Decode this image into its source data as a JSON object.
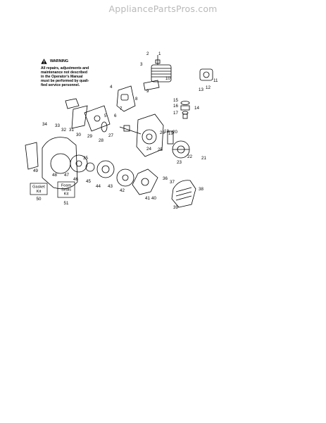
{
  "watermark": "AppliancePartsPros.com",
  "warning": {
    "title": "WARNING",
    "text": "All repairs, adjustments and\nmaintenance not described\nin the Operator's Manual\nmust be performed by quali-\nfied service personnel."
  },
  "kits": [
    {
      "lines": [
        "Gasket",
        "Kit"
      ],
      "number": "50"
    },
    {
      "lines": [
        "Foam",
        "Seals",
        "Kit"
      ],
      "number": "51"
    }
  ],
  "part_numbers": [
    "1",
    "2",
    "3",
    "4",
    "5",
    "6",
    "7",
    "8",
    "9",
    "10",
    "11",
    "12",
    "13",
    "14",
    "15",
    "16",
    "17",
    "18",
    "19",
    "20",
    "21",
    "22",
    "23",
    "24",
    "25",
    "26",
    "27",
    "28",
    "29",
    "30",
    "31",
    "32",
    "33",
    "34",
    "35",
    "36",
    "37",
    "38",
    "39",
    "40",
    "41",
    "42",
    "43",
    "44",
    "45",
    "46",
    "47",
    "48",
    "49"
  ]
}
